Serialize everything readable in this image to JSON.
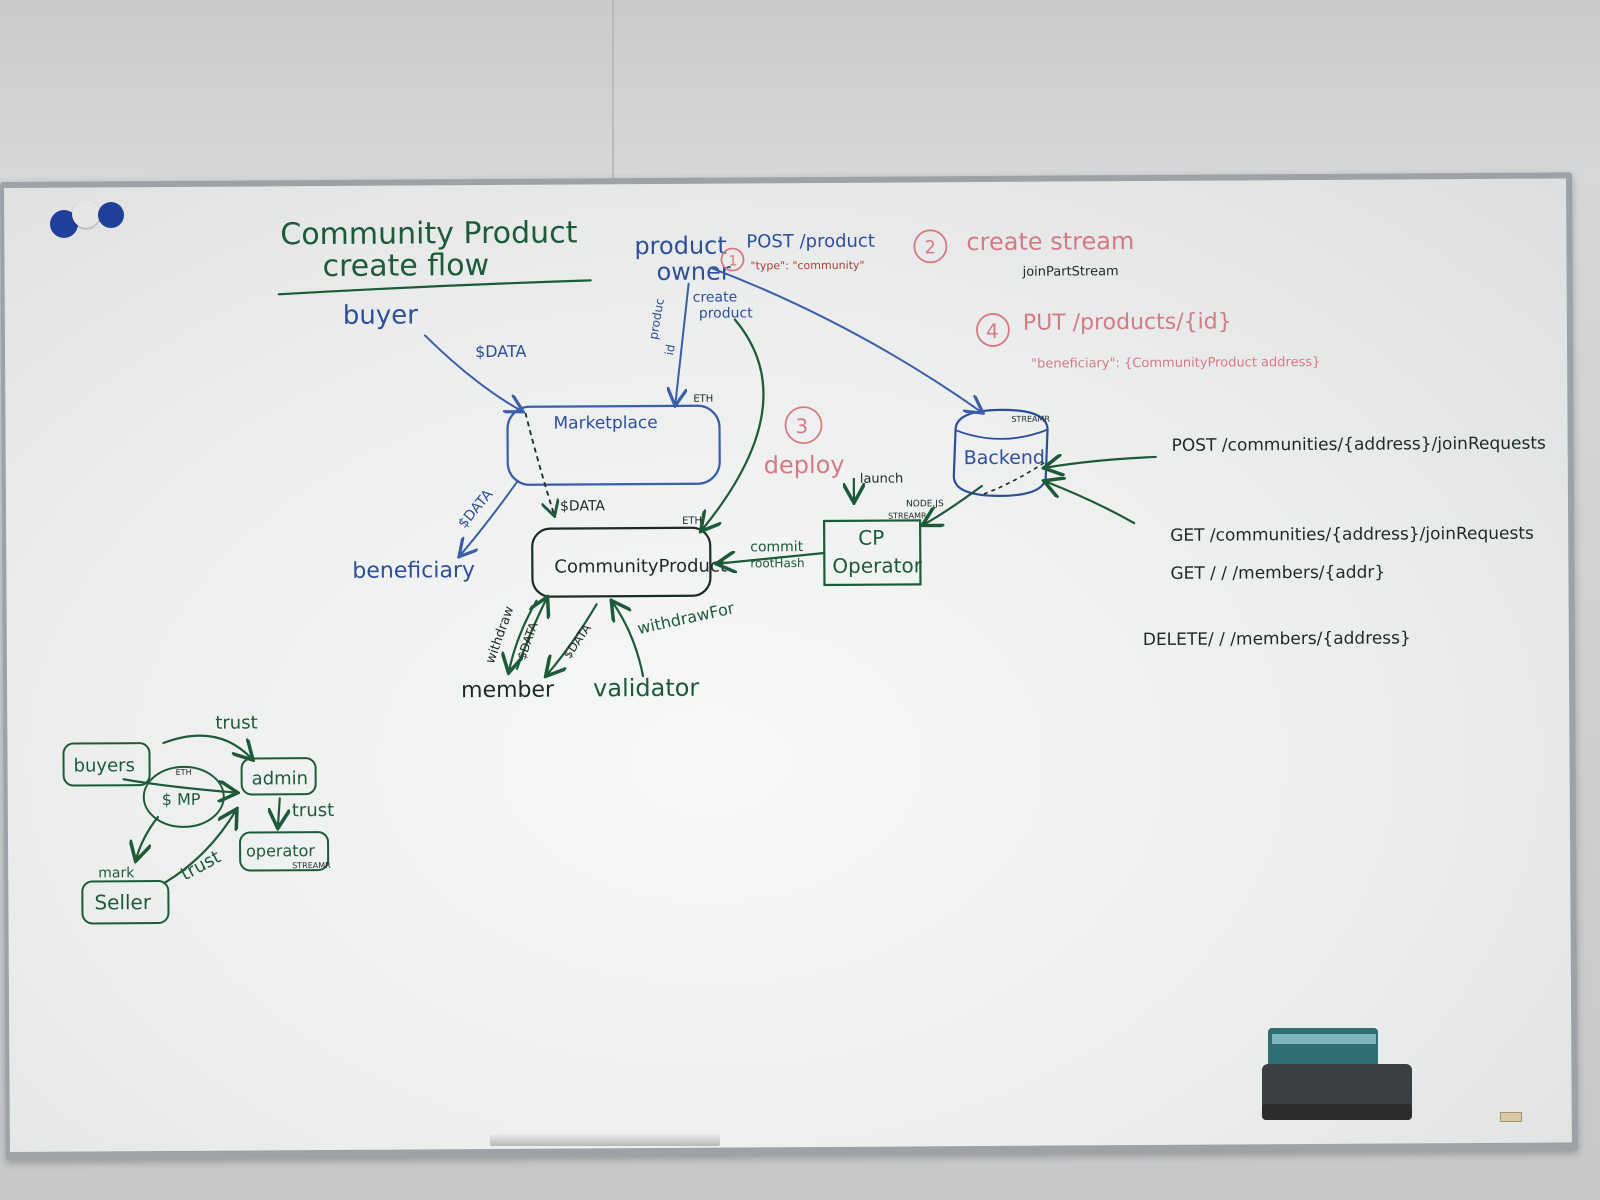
{
  "title": [
    "Community Product",
    "create flow"
  ],
  "actors": {
    "buyer": "buyer",
    "product_owner": [
      "product",
      "owner"
    ],
    "beneficiary": "beneficiary",
    "member": "member",
    "validator": "validator"
  },
  "nodes": {
    "marketplace": "Marketplace",
    "marketplace_tag": "ETH",
    "community_product": "CommunityProduct",
    "community_product_tag": "ETH",
    "backend": "Backend",
    "backend_tag": "STREAMR",
    "cp_operator": [
      "CP",
      "Operator"
    ],
    "cp_operator_tags": [
      "NODE.JS",
      "STREAMR"
    ]
  },
  "edges": {
    "buyer_data": "$DATA",
    "mp_to_beneficiary": "$DATA",
    "mp_to_cp": "$DATA",
    "product_id": [
      "produc",
      "id"
    ],
    "create_product": [
      "create",
      "product"
    ],
    "commit": [
      "commit",
      "rootHash"
    ],
    "launch": "launch",
    "withdraw": "withdraw",
    "withdraw_data_1": "$DATA",
    "withdraw_data_2": "$DATA",
    "withdraw_for": "withdrawFor"
  },
  "steps": {
    "step1_number": "1",
    "step1": "POST  /product",
    "step1_body": "\"type\": \"community\"",
    "step2_number": "2",
    "step2": "create  stream",
    "step2_sub": "joinPartStream",
    "step3_number": "3",
    "step3": "deploy",
    "step4_number": "4",
    "step4": "PUT  /products/{id}",
    "step4_body": "\"beneficiary\": {CommunityProduct address}"
  },
  "api": [
    "POST  /communities/{address}/joinRequests",
    "GET  /communities/{address}/joinRequests",
    "GET  /          /          /members/{addr}",
    "DELETE/        /        /members/{address}"
  ],
  "trust_diagram": {
    "buyers": "buyers",
    "mp": "$   MP",
    "mp_tag": "ETH",
    "admin": "admin",
    "operator": "operator",
    "operator_tag": "STREAMR",
    "seller": "Seller",
    "seller_note": "mark",
    "trust_1": "trust",
    "trust_2": "trust",
    "trust_3": "trust"
  },
  "colors": {
    "green_marker": "#1d5a3a",
    "blue_marker": "#2d4f9a",
    "red_marker": "#d57a85",
    "magnet_blue": "#1f3f9a",
    "magnet_white": "#e6e6e6"
  }
}
